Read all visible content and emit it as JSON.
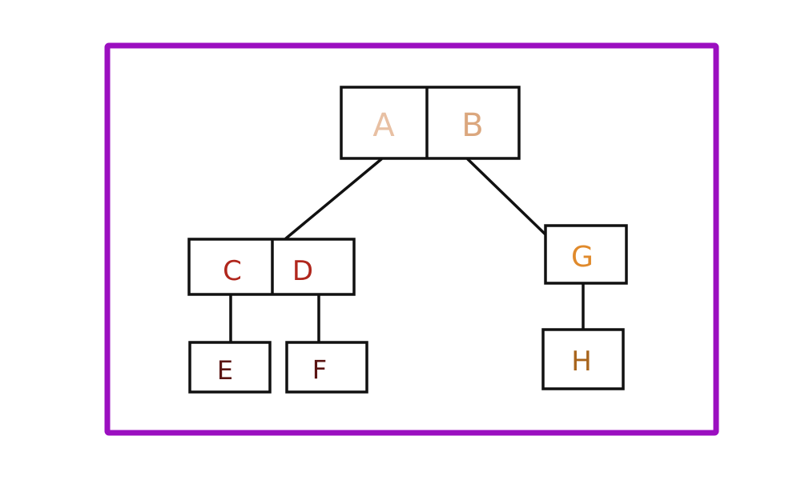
{
  "frame": {
    "border_color": "#9b0fc0"
  },
  "nodes": {
    "root": {
      "cells": [
        {
          "label": "A",
          "color": "#e8c0a3"
        },
        {
          "label": "B",
          "color": "#dba77e"
        }
      ]
    },
    "left": {
      "cells": [
        {
          "label": "C",
          "color": "#b0261c"
        },
        {
          "label": "D",
          "color": "#b0261c"
        }
      ]
    },
    "right": {
      "cells": [
        {
          "label": "G",
          "color": "#e08a2c"
        }
      ]
    },
    "e": {
      "cells": [
        {
          "label": "E",
          "color": "#5a1412"
        }
      ]
    },
    "f": {
      "cells": [
        {
          "label": "F",
          "color": "#5a1412"
        }
      ]
    },
    "h": {
      "cells": [
        {
          "label": "H",
          "color": "#a8641c"
        }
      ]
    }
  }
}
